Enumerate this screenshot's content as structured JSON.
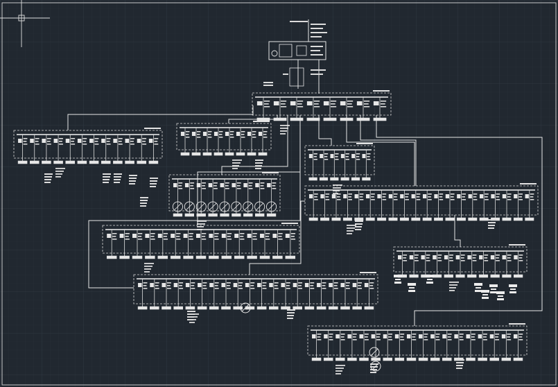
{
  "viewport": {
    "background": "#212830",
    "grid_minor": "#2a323b",
    "grid_major": "#323b45",
    "line_color": "#e8e8e8",
    "border_color": "#c8c8c8"
  },
  "icons": {
    "ucs": "ucs-crosshair-icon",
    "motor": "motor-symbol-icon",
    "transformer": "transformer-symbol-icon"
  },
  "diagram": {
    "type": "single-line electrical distribution schematic",
    "text_present": false,
    "panels": [
      {
        "name": "main-switchboard",
        "breakers": 8
      },
      {
        "name": "distribution-board-left",
        "breakers": 12
      },
      {
        "name": "distribution-board-upper-center",
        "breakers": 8
      },
      {
        "name": "distribution-board-motor-center",
        "breakers": 9,
        "motors": 9
      },
      {
        "name": "distribution-board-mid-left",
        "breakers": 15
      },
      {
        "name": "distribution-board-bottom-center",
        "breakers": 20
      },
      {
        "name": "distribution-board-small-center",
        "breakers": 6
      },
      {
        "name": "distribution-board-right-upper",
        "breakers": 20
      },
      {
        "name": "distribution-board-right-mid",
        "breakers": 11
      },
      {
        "name": "distribution-board-right-bottom",
        "breakers": 18
      }
    ]
  }
}
